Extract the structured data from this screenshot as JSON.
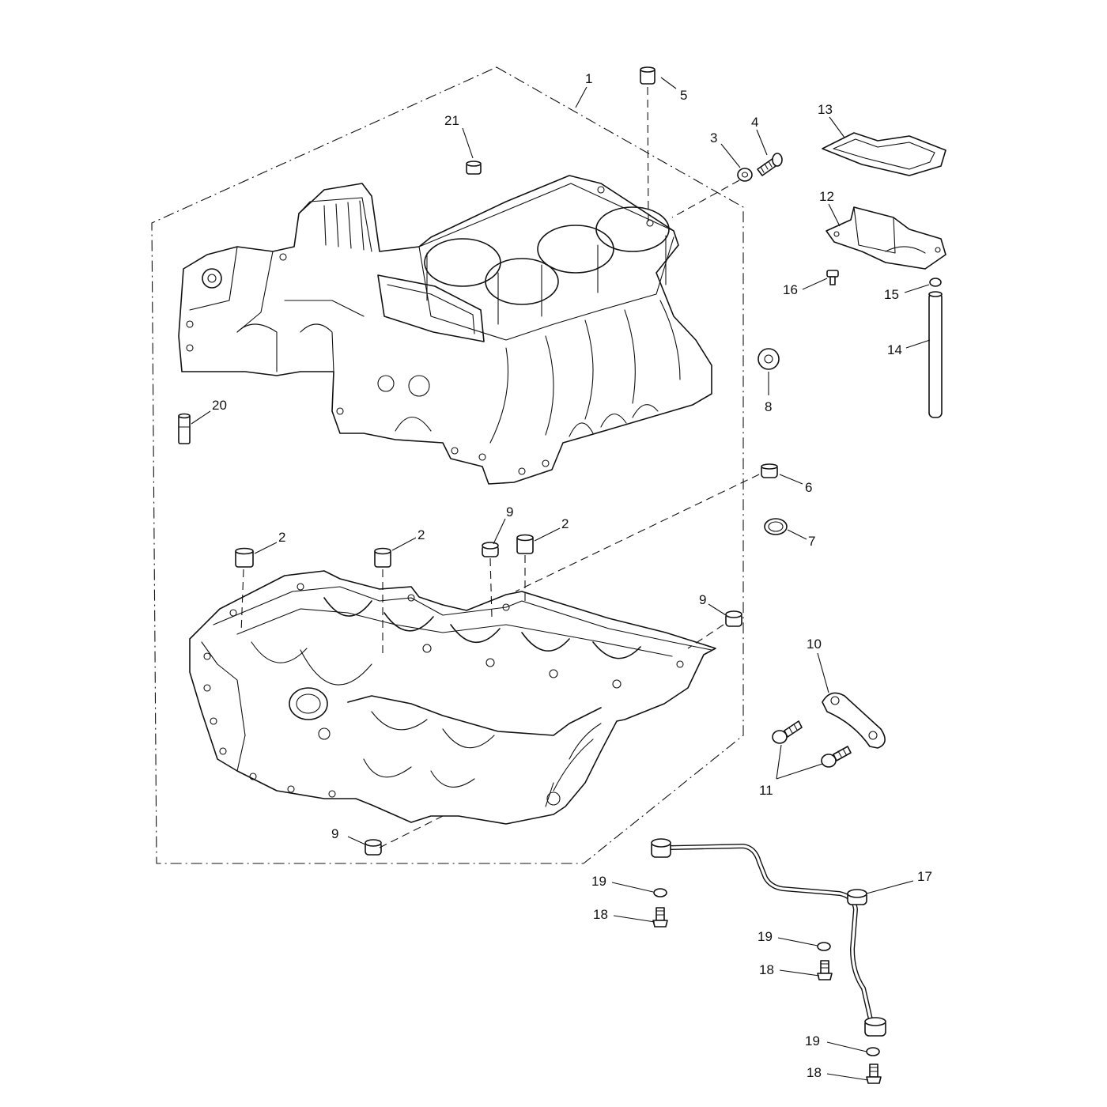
{
  "diagram": {
    "callouts": [
      {
        "id": "c1",
        "label": "1"
      },
      {
        "id": "c5",
        "label": "5"
      },
      {
        "id": "c21",
        "label": "21"
      },
      {
        "id": "c3",
        "label": "3"
      },
      {
        "id": "c4",
        "label": "4"
      },
      {
        "id": "c13",
        "label": "13"
      },
      {
        "id": "c12",
        "label": "12"
      },
      {
        "id": "c16",
        "label": "16"
      },
      {
        "id": "c15",
        "label": "15"
      },
      {
        "id": "c14",
        "label": "14"
      },
      {
        "id": "c8",
        "label": "8"
      },
      {
        "id": "c20",
        "label": "20"
      },
      {
        "id": "c6",
        "label": "6"
      },
      {
        "id": "c7",
        "label": "7"
      },
      {
        "id": "c9a",
        "label": "9"
      },
      {
        "id": "c2a",
        "label": "2"
      },
      {
        "id": "c2b",
        "label": "2"
      },
      {
        "id": "c2c",
        "label": "2"
      },
      {
        "id": "c9b",
        "label": "9"
      },
      {
        "id": "c10",
        "label": "10"
      },
      {
        "id": "c11",
        "label": "11"
      },
      {
        "id": "c9c",
        "label": "9"
      },
      {
        "id": "c17",
        "label": "17"
      },
      {
        "id": "c19a",
        "label": "19"
      },
      {
        "id": "c18a",
        "label": "18"
      },
      {
        "id": "c19b",
        "label": "19"
      },
      {
        "id": "c18b",
        "label": "18"
      },
      {
        "id": "c19c",
        "label": "19"
      },
      {
        "id": "c18c",
        "label": "18"
      }
    ]
  }
}
